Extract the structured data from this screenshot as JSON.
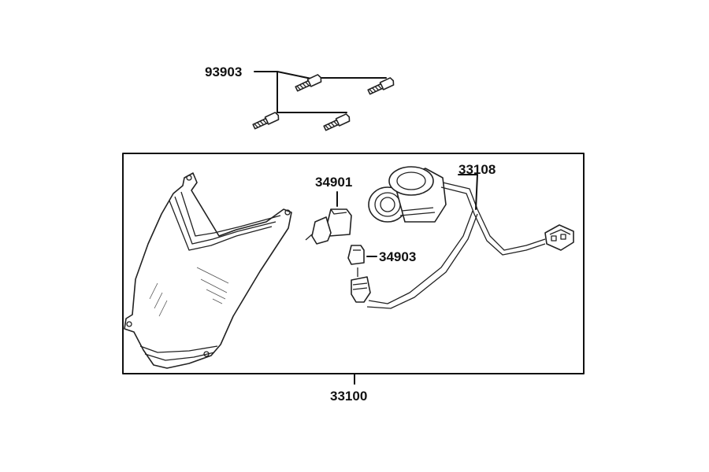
{
  "diagram": {
    "callouts": {
      "screws": "93903",
      "headlight_bulb": "34901",
      "position_bulb": "34903",
      "harness": "33108",
      "assembly": "33100"
    }
  }
}
